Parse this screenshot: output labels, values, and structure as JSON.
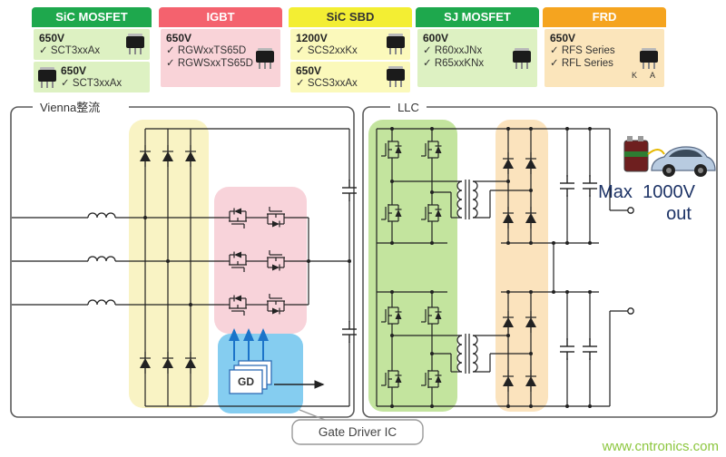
{
  "cards": [
    {
      "title": "SiC MOSFET",
      "rows": [
        {
          "voltage": "650V",
          "parts": [
            "✓ SCT3xxAx"
          ]
        },
        {
          "voltage": "650V",
          "parts": [
            "✓ SCT3xxAx"
          ]
        }
      ]
    },
    {
      "title": "IGBT",
      "rows": [
        {
          "voltage": "650V",
          "parts": [
            "✓ RGWxxTS65D",
            "✓ RGWSxxTS65D"
          ]
        }
      ]
    },
    {
      "title": "SiC SBD",
      "rows": [
        {
          "voltage": "1200V",
          "parts": [
            "✓ SCS2xxKx"
          ]
        },
        {
          "voltage": "650V",
          "parts": [
            "✓ SCS3xxAx"
          ]
        }
      ]
    },
    {
      "title": "SJ MOSFET",
      "rows": [
        {
          "voltage": "600V",
          "parts": [
            "✓ R60xxJNx",
            "✓ R65xxKNx"
          ]
        }
      ]
    },
    {
      "title": "FRD",
      "rows": [
        {
          "voltage": "650V",
          "parts": [
            "✓ RFS Series",
            "✓ RFL Series"
          ]
        }
      ],
      "pins": "K A"
    }
  ],
  "diagram": {
    "vienna_label": "Vienna整流",
    "llc_label": "LLC",
    "gd_label": "GD",
    "gate_driver_label": "Gate Driver IC",
    "output_max": "Max",
    "output_value": "1000V",
    "output_out": "out"
  },
  "watermark": "www.cntronics.com",
  "colors": {
    "header_green": "#1ea84d",
    "header_red": "#f4626e",
    "header_yellow": "#f3ee33",
    "header_orange": "#f5a41f",
    "region_yellow": "#f9f3c4",
    "region_pink": "#f8d3da",
    "region_blue": "#85cdf0",
    "region_green": "#c3e49e",
    "region_orange": "#fbe3bd",
    "watermark_green": "#8cc63e",
    "output_text": "#1d3366"
  }
}
